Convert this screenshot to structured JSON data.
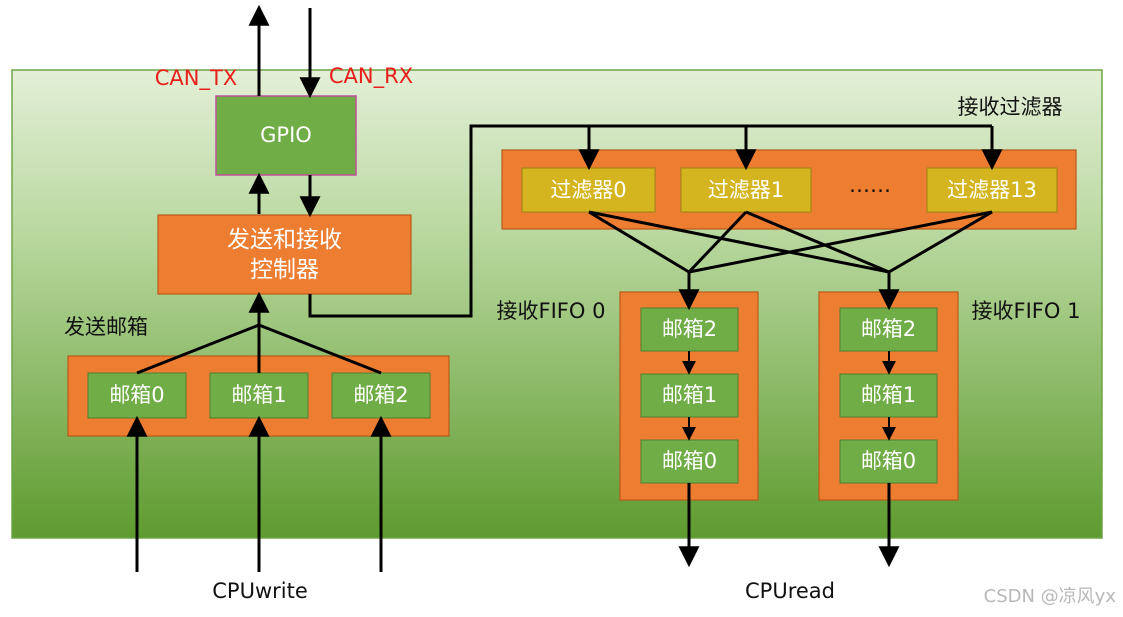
{
  "pins": {
    "tx": "CAN_TX",
    "rx": "CAN_RX"
  },
  "gpio": "GPIO",
  "controller": {
    "line1": "发送和接收",
    "line2": "控制器"
  },
  "tx_mailboxes": {
    "title": "发送邮箱",
    "items": [
      "邮箱0",
      "邮箱1",
      "邮箱2"
    ]
  },
  "filters": {
    "title": "接收过滤器",
    "items": [
      "过滤器0",
      "过滤器1",
      "过滤器13"
    ],
    "ellipsis": "……"
  },
  "fifo0": {
    "title": "接收FIFO 0",
    "items": [
      "邮箱2",
      "邮箱1",
      "邮箱0"
    ]
  },
  "fifo1": {
    "title": "接收FIFO 1",
    "items": [
      "邮箱2",
      "邮箱1",
      "邮箱0"
    ]
  },
  "cpu_write": "CPUwrite",
  "cpu_read": "CPUread",
  "watermark": "CSDN @凉风yx",
  "colors": {
    "orange": "#ed7d31",
    "green_box": "#70ad47",
    "yellow_box": "#d4b51f",
    "pin_text": "#e8201c",
    "gpio_border": "#c0509a"
  }
}
